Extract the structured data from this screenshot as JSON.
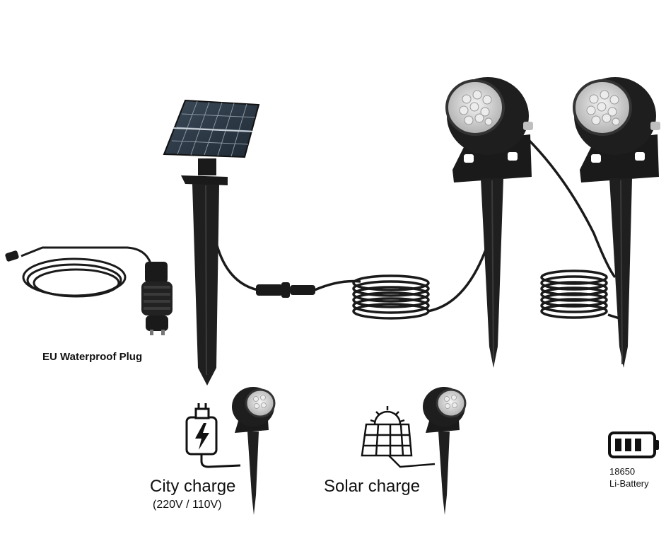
{
  "labels": {
    "plug": "EU Waterproof Plug",
    "city_title": "City charge",
    "city_sub": "(220V / 110V)",
    "solar_title": "Solar charge",
    "battery_line1": "18650",
    "battery_line2": "Li-Battery"
  },
  "colors": {
    "product": "#1a1a1a",
    "panel": "#2a3642",
    "cell_line": "#8b97a3",
    "led_face": "#d8d8d8",
    "icon": "#111111"
  },
  "icons": {
    "charger": "phone-charger-icon",
    "solar": "solar-panel-icon",
    "battery": "battery-icon"
  }
}
